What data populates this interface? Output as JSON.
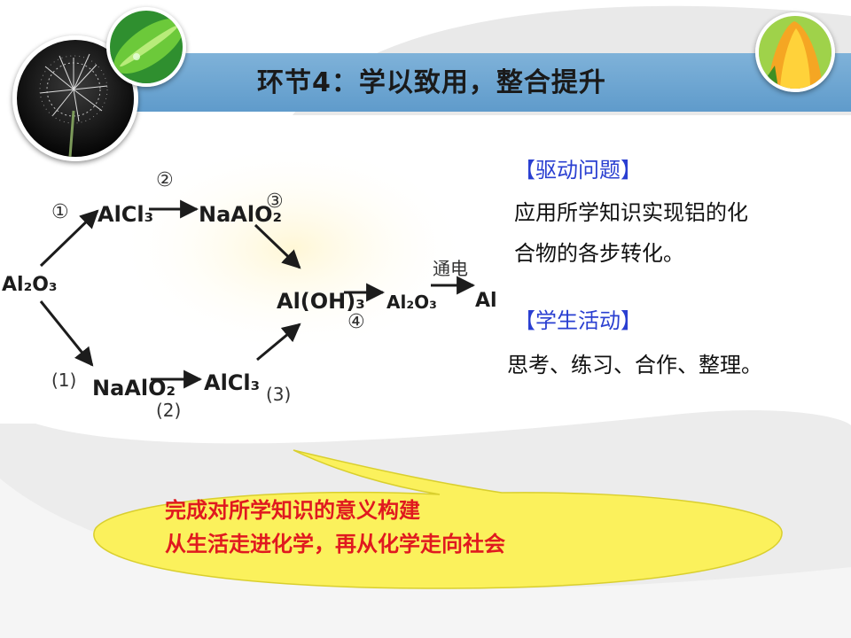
{
  "title": "环节4：学以致用，整合提升",
  "images": {
    "left_large": "dandelion-photo",
    "left_small": "green-leaf-photo",
    "right": "yellow-tulip-photo"
  },
  "reaction_diagram": {
    "start": "Al₂O₃",
    "upper_route": {
      "step_labels": [
        "①",
        "②",
        "③"
      ],
      "compounds": [
        "AlCl₃",
        "NaAlO₂"
      ]
    },
    "lower_route": {
      "step_labels": [
        "(1)",
        "(2)",
        "(3)"
      ],
      "compounds": [
        "NaAlO₂",
        "AlCl₃"
      ]
    },
    "merge_compound": "Al(OH)₃",
    "step4_label": "④",
    "after_merge": "Al₂O₃",
    "electrolysis_label": "通电",
    "final_product": "Al"
  },
  "side_panel": {
    "driving_question_heading": "【驱动问题】",
    "driving_question_lines": [
      "应用所学知识实现铝的化",
      "合物的各步转化。"
    ],
    "student_activity_heading": "【学生活动】",
    "student_activity_text": "思考、练习、合作、整理。"
  },
  "callout": {
    "line1": "完成对所学知识的意义构建",
    "line2": "从生活走进化学，再从化学走向社会"
  },
  "colors": {
    "title_bar": "#6fa7d3",
    "heading_blue": "#2a3fd1",
    "callout_red": "#e0191f",
    "callout_fill": "#fbf15c"
  }
}
